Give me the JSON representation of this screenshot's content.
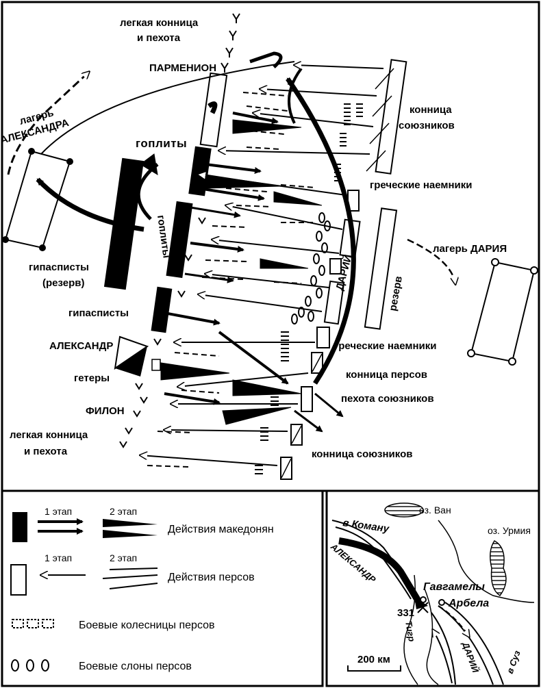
{
  "labels": {
    "light_cav_top": [
      "легкая конница",
      "и пехота"
    ],
    "parmenion": "ПАРМЕНИОН",
    "allied_cav_top": [
      "конница",
      "союзников"
    ],
    "camp_alex": [
      "лагерь",
      "АЛЕКСАНДРА"
    ],
    "hoplites_top": "гоплиты",
    "hoplites_mid": "гоплиты",
    "greek_merc_top": "греческие наемники",
    "camp_darius": "лагерь ДАРИЯ",
    "darius": "ДАРИЙ",
    "reserve": "резерв",
    "hypaspists_reserve": [
      "гипасписты",
      "(резерв)"
    ],
    "hypaspists": "гипасписты",
    "greek_merc_bottom": "греческие наемники",
    "alexander": "АЛЕКСАНДР",
    "persian_cav": "конница персов",
    "hetairoi": "гетеры",
    "allied_inf": "пехота союзников",
    "philon": "ФИЛОН",
    "light_cav_bottom": [
      "легкая конница",
      "и пехота"
    ],
    "allied_cav_bottom": "конница союзников"
  },
  "legend": {
    "stage1": "1 этап",
    "stage2": "2 этап",
    "macedonian": "Действия македонян",
    "persian": "Действия персов",
    "chariots": "Боевые колесницы персов",
    "elephants": "Боевые слоны персов"
  },
  "inset": {
    "lake_van": "оз. Ван",
    "lake_urmia": [
      "оз. Урмия"
    ],
    "to_comana": "в Команy",
    "alexander": "АЛЕКСАНДР",
    "gaugamela": "Гавгамелы",
    "arbela": "Арбела",
    "year": "331",
    "tigris": "Тигр",
    "darius": "ДАРИЙ",
    "to_susa": "в Суз",
    "scale": "200 км"
  }
}
